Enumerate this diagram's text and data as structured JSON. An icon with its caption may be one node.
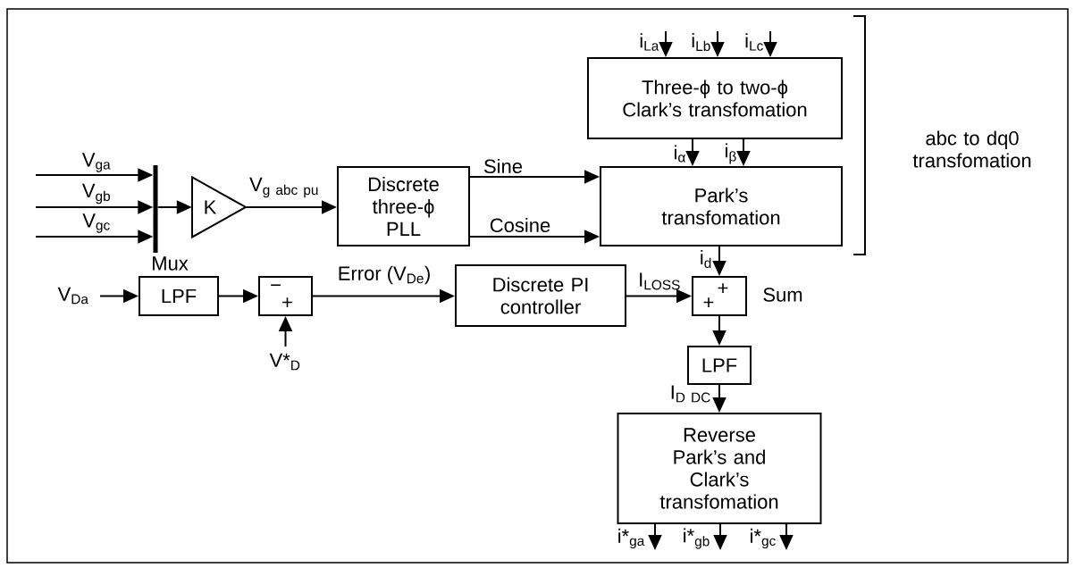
{
  "diagram": {
    "nodes": [
      {
        "text": [
          "Three-ϕ to two-ϕ Clark’s transfomation"
        ]
      },
      {
        "text": [],
        "shape": "bar",
        "beside": [
          "Mux"
        ]
      },
      {
        "text": [
          "K"
        ]
      },
      {
        "text": [
          "Discrete three-ϕ PLL"
        ]
      },
      {
        "text": [
          "Park’s transfomation"
        ]
      },
      {
        "text": [
          "LPF"
        ]
      },
      {
        "text": [
          "−",
          "+"
        ]
      },
      {
        "text": [
          "Discrete PI controller"
        ]
      },
      {
        "text": [
          "+",
          "+"
        ],
        "beside": [
          "Sum"
        ]
      },
      {
        "text": [
          "LPF"
        ]
      },
      {
        "text": [
          "Reverse Park’s and Clark’s transfomation"
        ]
      }
    ],
    "edges": [
      {
        "from": null,
        "to": 1,
        "arrow": "to",
        "label": "V$_{ga}$"
      },
      {
        "from": null,
        "to": 1,
        "arrow": "to",
        "label": "V$_{gb}$"
      },
      {
        "from": null,
        "to": 1,
        "arrow": "to",
        "label": "V$_{gc}$"
      },
      {
        "from": 1,
        "to": 2,
        "arrow": "to"
      },
      {
        "from": 2,
        "to": 3,
        "arrow": "to",
        "label": "\\mathrm{V}_{\\mathrm{g\\ abc\\ pu}}"
      },
      {
        "from": 3,
        "to": 4,
        "arrow": "to",
        "label": "Sine"
      },
      {
        "from": 3,
        "to": 4,
        "arrow": "to",
        "label": "Cosine"
      },
      {
        "from": null,
        "to": 0,
        "arrow": "to",
        "label": "i$_{La}$"
      },
      {
        "from": null,
        "to": 0,
        "arrow": "to",
        "label": "i$_{Lb}$"
      },
      {
        "from": null,
        "to": 0,
        "arrow": "to",
        "label": "i$_{Lc}$"
      },
      {
        "from": 0,
        "to": 4,
        "arrow": "to",
        "label": "i$_{α}$"
      },
      {
        "from": 0,
        "to": 4,
        "arrow": "to",
        "label": "i$_{β}$"
      },
      {
        "from": 4,
        "to": 8,
        "arrow": "to",
        "label": "i$_{d}$"
      },
      {
        "from": null,
        "to": 5,
        "arrow": "to",
        "label": "V$_{Da}$"
      },
      {
        "from": 5,
        "to": 6,
        "arrow": "to"
      },
      {
        "from": null,
        "to": 6,
        "arrow": "to",
        "label": "V*$_{D}$"
      },
      {
        "from": 6,
        "to": 7,
        "arrow": "to",
        "label": "Error (V$_{De}$)"
      },
      {
        "from": 7,
        "to": 8,
        "arrow": "to",
        "label": "I$_{LOSS}$"
      },
      {
        "from": 8,
        "to": 9,
        "arrow": "to"
      },
      {
        "from": 9,
        "to": 10,
        "arrow": "to",
        "label": "\\mathrm{I}_{\\mathrm{D\\ DC}}"
      },
      {
        "from": 10,
        "to": null,
        "arrow": "to",
        "label": "i*$_{ga}$"
      },
      {
        "from": 10,
        "to": null,
        "arrow": "to",
        "label": "i*$_{gb}$"
      },
      {
        "from": 10,
        "to": null,
        "arrow": "to",
        "label": "i*$_{gc}$"
      }
    ],
    "labels": [
      "abc to dq0 transfomation"
    ]
  }
}
